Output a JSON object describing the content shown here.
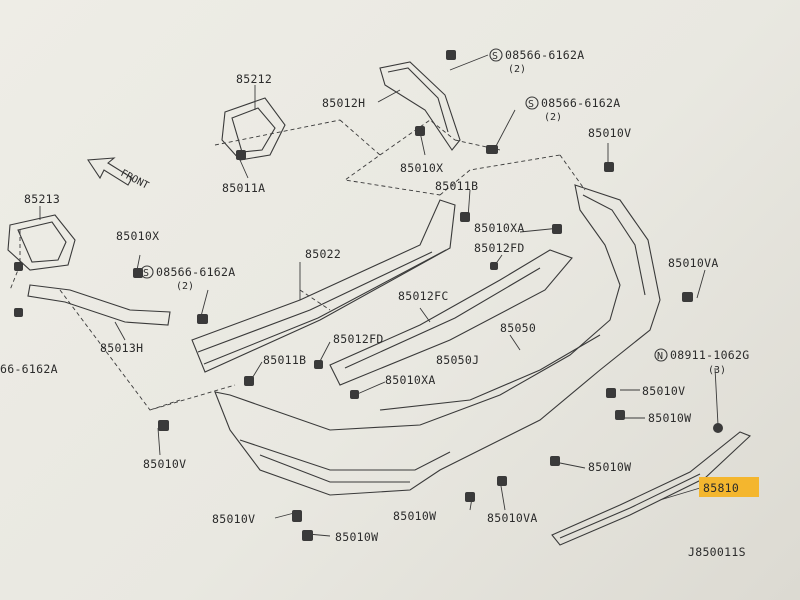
{
  "labels": {
    "p85212": "85212",
    "p85012H": "85012H",
    "p85011A": "85011A",
    "p85010X_top": "85010X",
    "p85011B_top": "85011B",
    "p85010XA_top": "85010XA",
    "p85012FD_top": "85012FD",
    "p85022": "85022",
    "p85213": "85213",
    "p85010X_left": "85010X",
    "p85013H": "85013H",
    "p85012FC": "85012FC",
    "p85050": "85050",
    "p85012FD_mid": "85012FD",
    "p85050J": "85050J",
    "p85011B_mid": "85011B",
    "p85010XA_mid": "85010XA",
    "p85010V_r1": "85010V",
    "p85010VA_r": "85010VA",
    "p85010V_r2": "85010V",
    "p85010W_r1": "85010W",
    "p85010V_l": "85010V",
    "p85010W_b1": "85010W",
    "p85010V_b": "85010V",
    "p85010W_b2": "85010W",
    "p85010W_b3": "85010W",
    "p85010VA_b": "85010VA",
    "p85810": "85810"
  },
  "bolts": {
    "b1_code": "08566-6162A",
    "b1_qty": "(2)",
    "b1_sym": "S",
    "b2_code": "08566-6162A",
    "b2_qty": "(2)",
    "b2_sym": "S",
    "b3_code": "08566-6162A",
    "b3_qty": "(2)",
    "b3_sym": "S",
    "b4_code": "66-6162A",
    "n1_code": "08911-1062G",
    "n1_qty": "(3)",
    "n1_sym": "N"
  },
  "front_label": "FRONT",
  "diagram_id": "J850011S",
  "colors": {
    "highlight": "#f4b62e",
    "ink": "#2b2b2b"
  }
}
